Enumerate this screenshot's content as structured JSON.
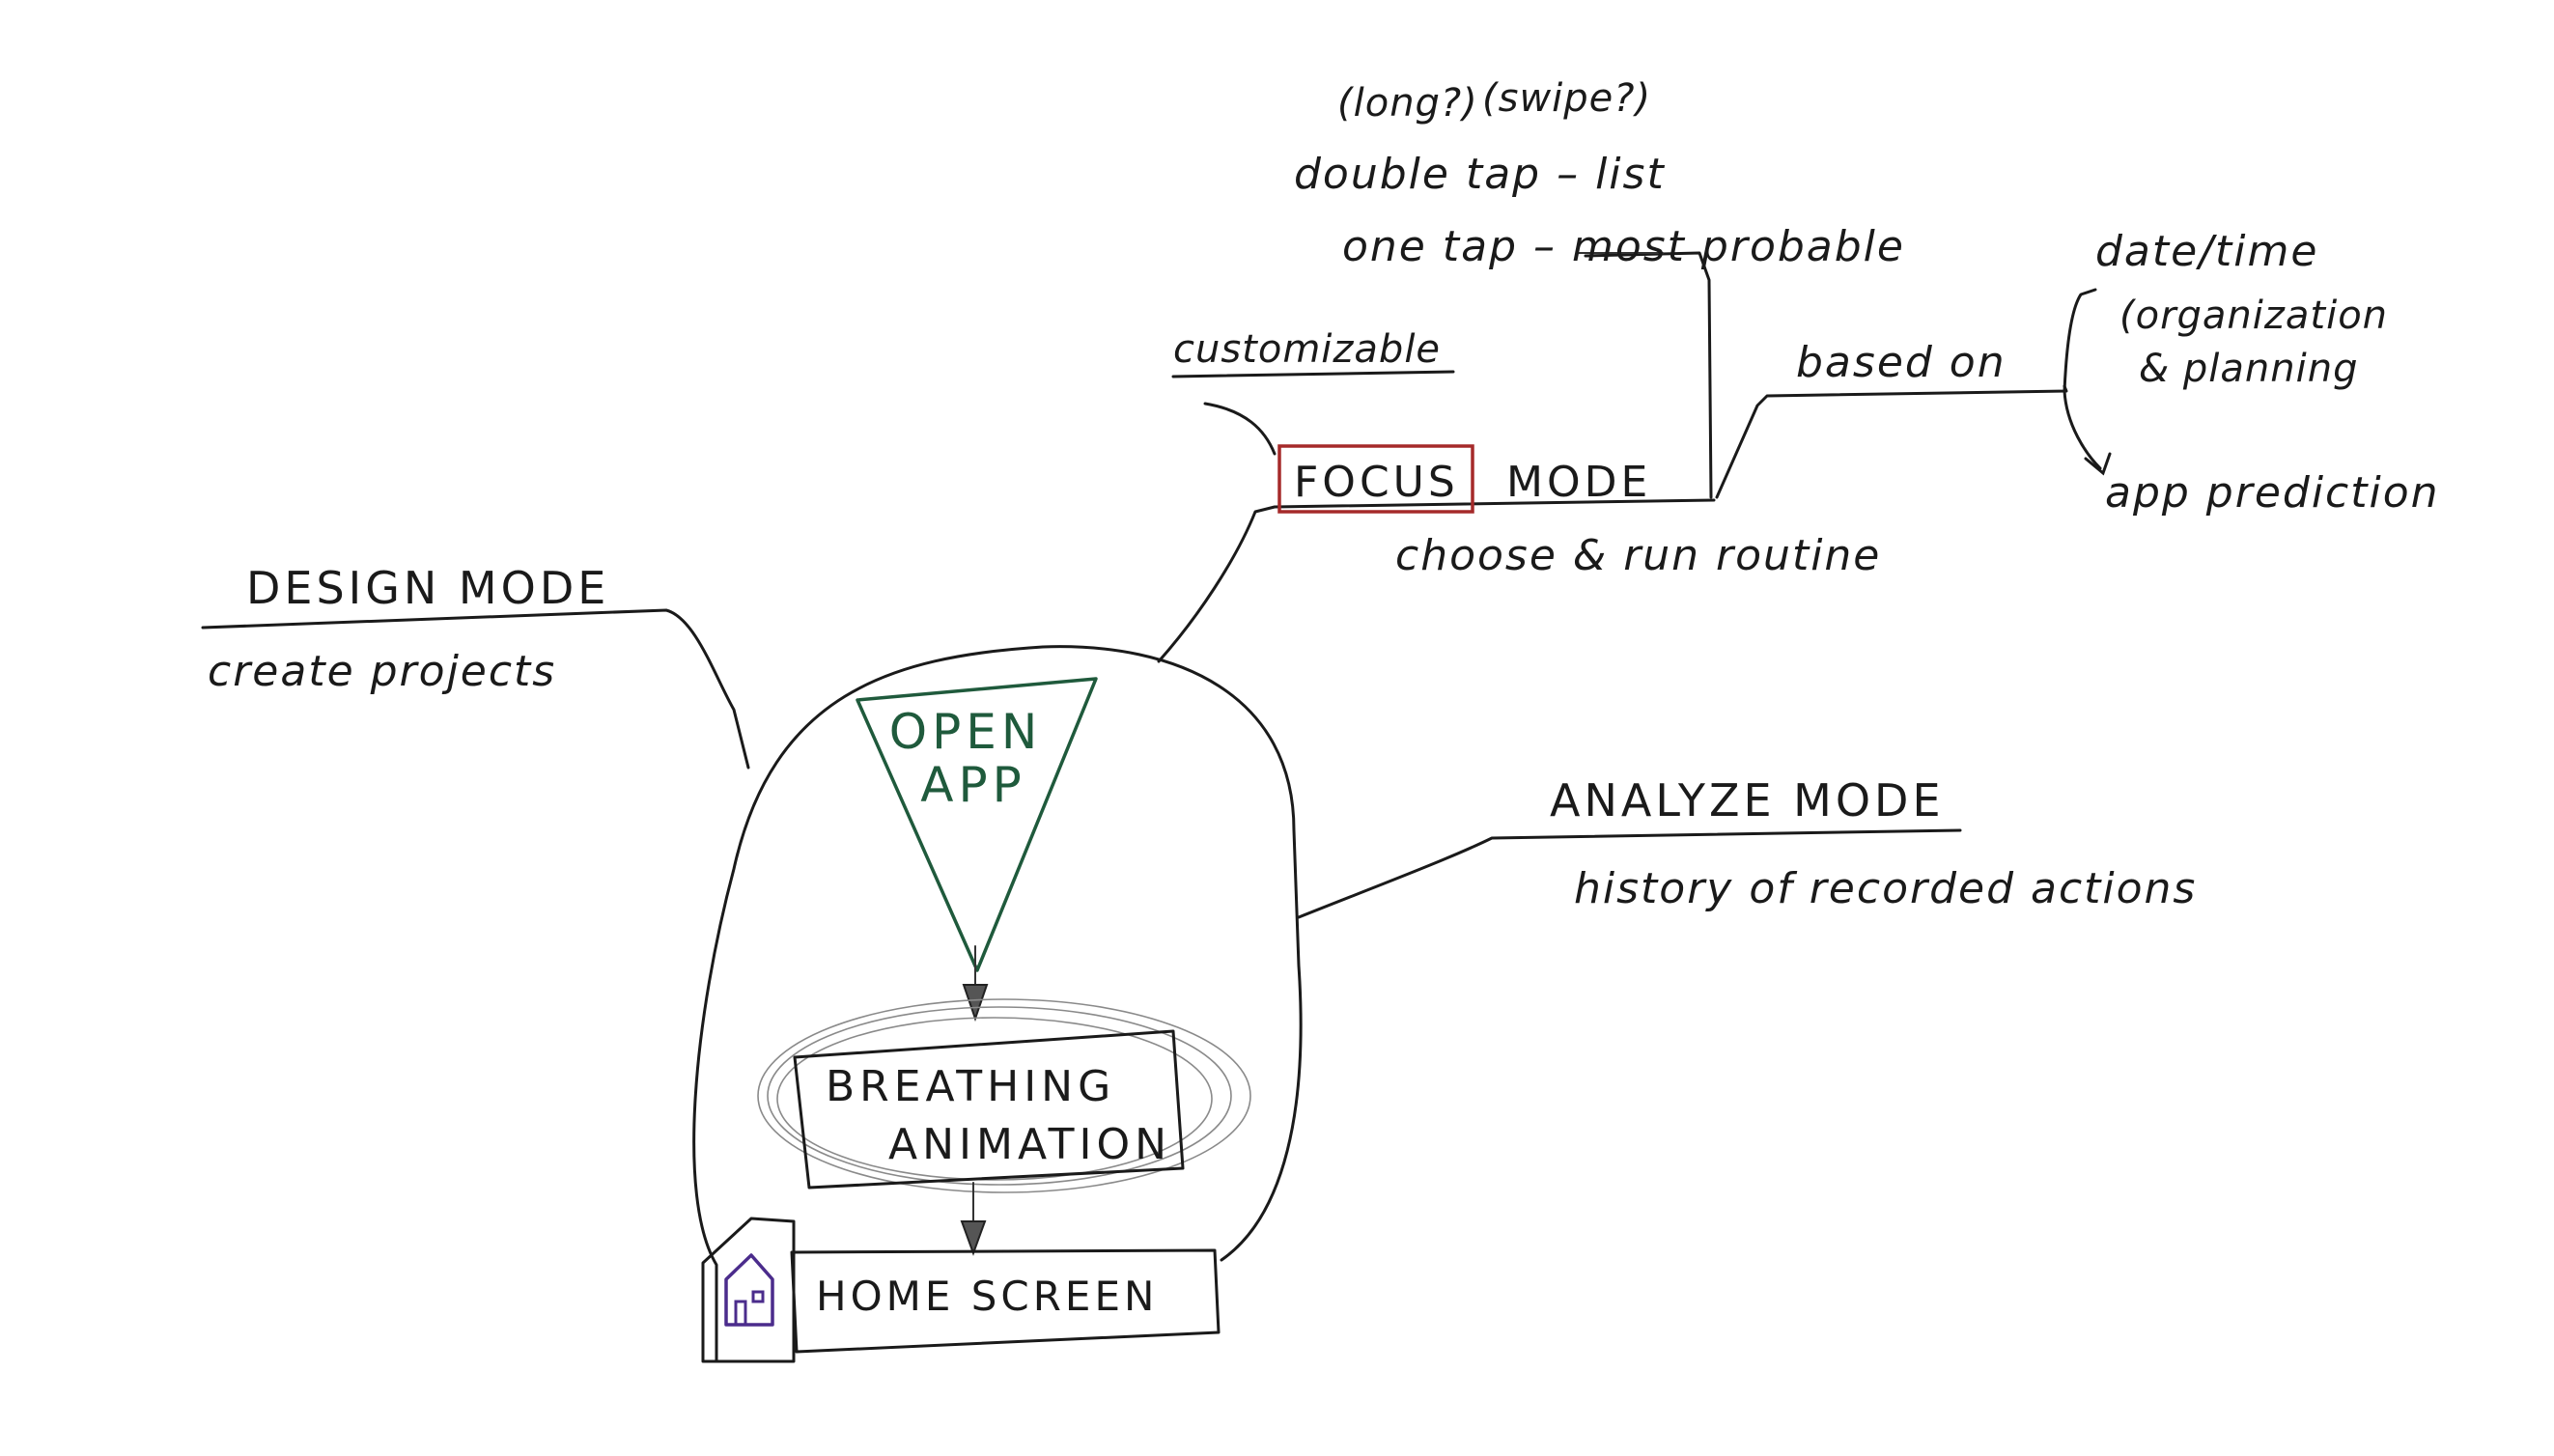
{
  "colors": {
    "ink": "#1a1a1a",
    "open_app_green": "#1f5a3c",
    "focus_box_red": "#a52a2a",
    "house_purple": "#4b2c8c"
  },
  "icons": {
    "house": "house-icon"
  },
  "nodes": {
    "open_app_line1": "OPEN",
    "open_app_line2": "APP",
    "breathing_line1": "BREATHING",
    "breathing_line2": "ANIMATION",
    "home_screen": "HOME SCREEN"
  },
  "design_mode": {
    "title": "DESIGN MODE",
    "description": "create projects"
  },
  "focus_mode": {
    "customizable": "customizable",
    "focus_word": "FOCUS",
    "mode_word": "MODE",
    "description": "choose & run routine",
    "long_note": "(long?)",
    "swipe_note": "(swipe?)",
    "double_tap": "double tap – list",
    "one_tap": "one tap – most probable",
    "based_on": "based on"
  },
  "based_on_branches": {
    "date_time": "date/time",
    "organization_line1": "(organization",
    "organization_line2": "& planning",
    "app_prediction": "app prediction"
  },
  "analyze_mode": {
    "title": "ANALYZE MODE",
    "description": "history of recorded actions"
  }
}
